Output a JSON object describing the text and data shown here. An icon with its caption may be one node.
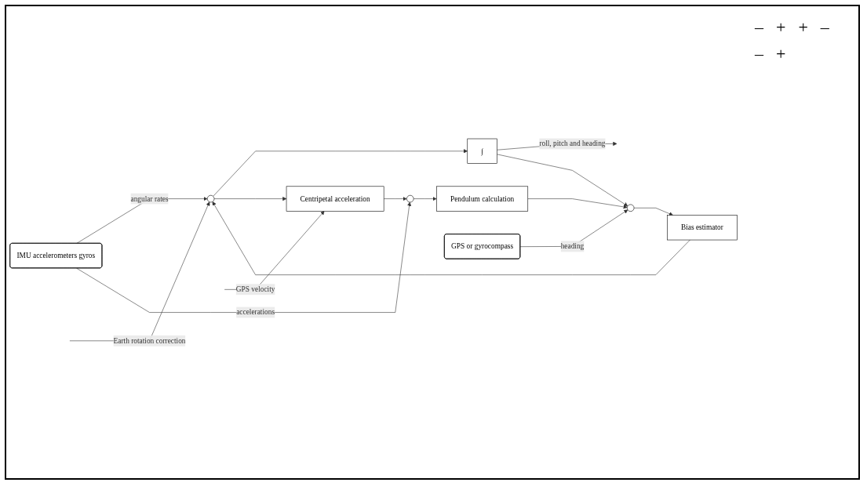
{
  "diagram": {
    "nodes": [
      {
        "text": [
          "IMU accelerometers gyros"
        ]
      },
      {
        "text": [],
        "shape": "circle"
      },
      {
        "text": [
          "∫"
        ]
      },
      {
        "text": [
          "Bias estimator"
        ]
      },
      {
        "text": [],
        "shape": "circle"
      },
      {
        "text": [
          "Centripetal acceleration"
        ]
      },
      {
        "text": [],
        "shape": "circle"
      },
      {
        "text": [
          "Pendulum calculation"
        ]
      },
      {
        "text": [
          "GPS or gyrocompass"
        ]
      }
    ],
    "edges": [
      {
        "from": null,
        "to": 1,
        "arrow": "to",
        "label": "Earth rotation correction"
      },
      {
        "from": 0,
        "to": 1,
        "arrow": "to",
        "label": "angular rates"
      },
      {
        "from": 1,
        "to": 2,
        "arrow": "to"
      },
      {
        "from": 2,
        "to": null,
        "arrow": "to",
        "label": "roll, pitch and heading"
      },
      {
        "from": 2,
        "to": 4,
        "arrow": "to"
      },
      {
        "from": 4,
        "to": 3,
        "arrow": "to"
      },
      {
        "from": 3,
        "to": 1,
        "arrow": "to"
      },
      {
        "from": 1,
        "to": 5,
        "arrow": "to"
      },
      {
        "from": null,
        "to": 5,
        "arrow": "to",
        "label": "GPS velocity"
      },
      {
        "from": 0,
        "to": 6,
        "arrow": "to",
        "label": "accelerations"
      },
      {
        "from": 5,
        "to": 6,
        "arrow": "to"
      },
      {
        "from": 6,
        "to": 7,
        "arrow": "to"
      },
      {
        "from": 7,
        "to": 4,
        "arrow": "to"
      },
      {
        "from": 8,
        "to": 4,
        "arrow": "to",
        "label": "heading"
      }
    ],
    "labels": [
      "–",
      "+",
      "+",
      "–",
      "–",
      "+"
    ]
  }
}
